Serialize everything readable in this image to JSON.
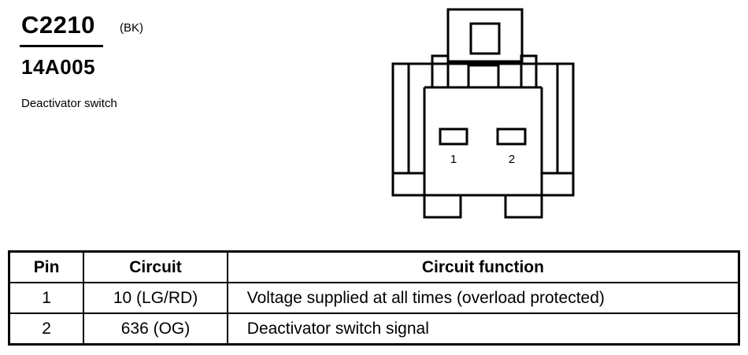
{
  "connector": {
    "id": "C2210",
    "color_code": "(BK)",
    "part_number": "14A005",
    "description": "Deactivator switch"
  },
  "diagram": {
    "pin_labels": [
      "1",
      "2"
    ]
  },
  "table": {
    "headers": [
      "Pin",
      "Circuit",
      "Circuit function"
    ],
    "rows": [
      {
        "pin": "1",
        "circuit": "10 (LG/RD)",
        "function": "Voltage supplied at all times (overload protected)"
      },
      {
        "pin": "2",
        "circuit": "636 (OG)",
        "function": "Deactivator switch signal"
      }
    ]
  }
}
